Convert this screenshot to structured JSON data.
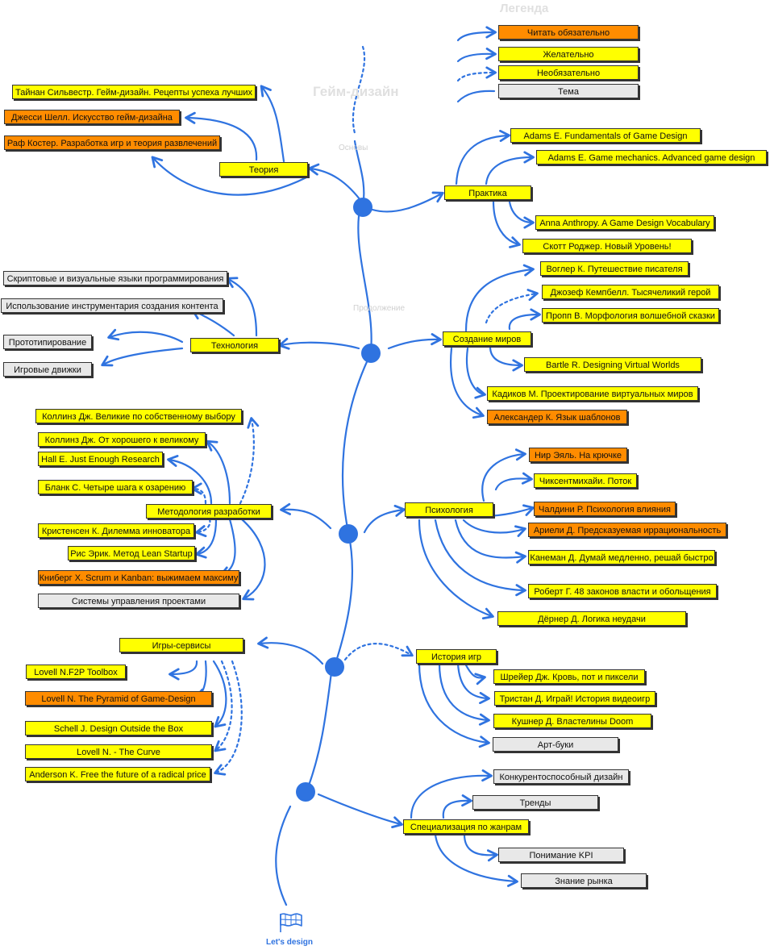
{
  "title": "Гейм-дизайн",
  "legend": {
    "title": "Легенда",
    "must": "Читать обязательно",
    "recommended": "Желательно",
    "optional": "Необязательно",
    "topic": "Тема"
  },
  "stages": {
    "basics": "Основы",
    "continuation": "Продолжение"
  },
  "final_label": "Let's design",
  "colors": {
    "line": "#2f73e0",
    "must": "#ff8c00",
    "recommended": "#ffff00",
    "topic": "#e8e8e8"
  },
  "theory": {
    "label": "Теория",
    "books": [
      "Тайнан Сильвестр. Гейм-дизайн. Рецепты успеха лучших",
      "Джесси Шелл. Искусство гейм-дизайна",
      "Раф Костер. Разработка игр и теория развлечений"
    ]
  },
  "practice": {
    "label": "Практика",
    "books": [
      "Adams E. Fundamentals of Game Design",
      "Adams E. Game mechanics. Advanced game design",
      "Anna Anthropy. A Game Design Vocabulary",
      "Скотт Роджер. Новый Уровень!"
    ]
  },
  "technology": {
    "label": "Технология",
    "topics": [
      "Скриптовые и визуальные языки программирования",
      "Использование инструментария создания контента",
      "Прототипирование",
      "Игровые движки"
    ]
  },
  "worlds": {
    "label": "Создание миров",
    "books": [
      "Воглер К. Путешествие писателя",
      "Джозеф Кемпбелл. Тысячеликий герой",
      "Пропп В. Морфология волшебной сказки",
      "Bartle R. Designing Virtual Worlds",
      "Кадиков М. Проектирование виртуальных миров",
      "Александер К. Язык шаблонов"
    ]
  },
  "methodology": {
    "label": "Методология разработки",
    "books": [
      "Коллинз Дж. Великие по собственному выбору",
      "Коллинз Дж. От хорошего к великому",
      "Hall E. Just Enough Research",
      "Бланк С. Четыре шага к озарению",
      "Кристенсен К. Дилемма инноватора",
      "Рис Эрик. Метод Lean Startup",
      "Книберг Х. Scrum и Kanban: выжимаем максиму",
      "Системы управления проектами"
    ]
  },
  "psychology": {
    "label": "Психология",
    "books": [
      "Нир Эяль. На крючке",
      "Чиксентмихайи. Поток",
      "Чалдини Р. Психология влияния",
      "Ариели Д. Предсказуемая иррациональность",
      "Канеман Д. Думай медленно, решай быстро",
      "Роберт Г. 48 законов власти и обольщения",
      "Дёрнер Д. Логика неудачи"
    ]
  },
  "services": {
    "label": "Игры-сервисы",
    "books": [
      "Lovell N.F2P Toolbox",
      "Lovell N. The Pyramid of Game-Design",
      "Schell J. Design Outside the Box",
      "Lovell N. - The Curve",
      "Anderson K. Free the future of a radical price"
    ]
  },
  "history": {
    "label": "История игр",
    "books": [
      "Шрейер Дж. Кровь, пот и пиксели",
      "Тристан Д. Играй! История видеоигр",
      "Кушнер Д. Властелины Doom",
      "Арт-буки"
    ]
  },
  "genres": {
    "label": "Специализация по жанрам",
    "topics": [
      "Конкурентоспособный дизайн",
      "Тренды",
      "Понимание KPI",
      "Знание рынка"
    ]
  }
}
